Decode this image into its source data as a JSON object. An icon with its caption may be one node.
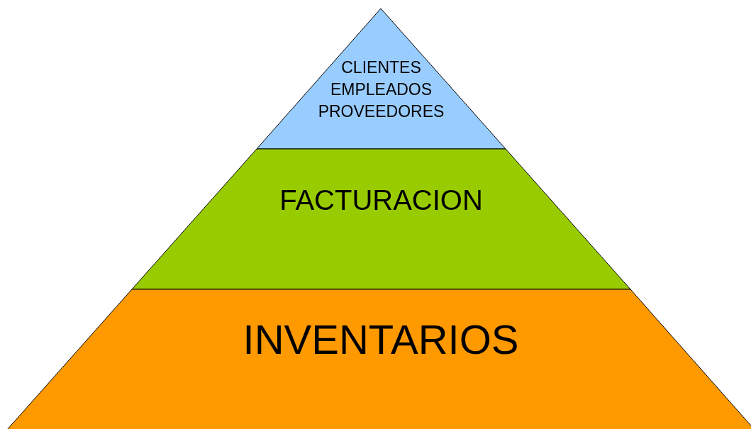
{
  "diagram": {
    "nodes": [
      {
        "text": [
          "CLIENTES EMPLEADOS PROVEEDORES"
        ]
      },
      {
        "text": [
          "FACTURACION"
        ]
      },
      {
        "text": [
          "INVENTARIOS"
        ]
      }
    ]
  }
}
